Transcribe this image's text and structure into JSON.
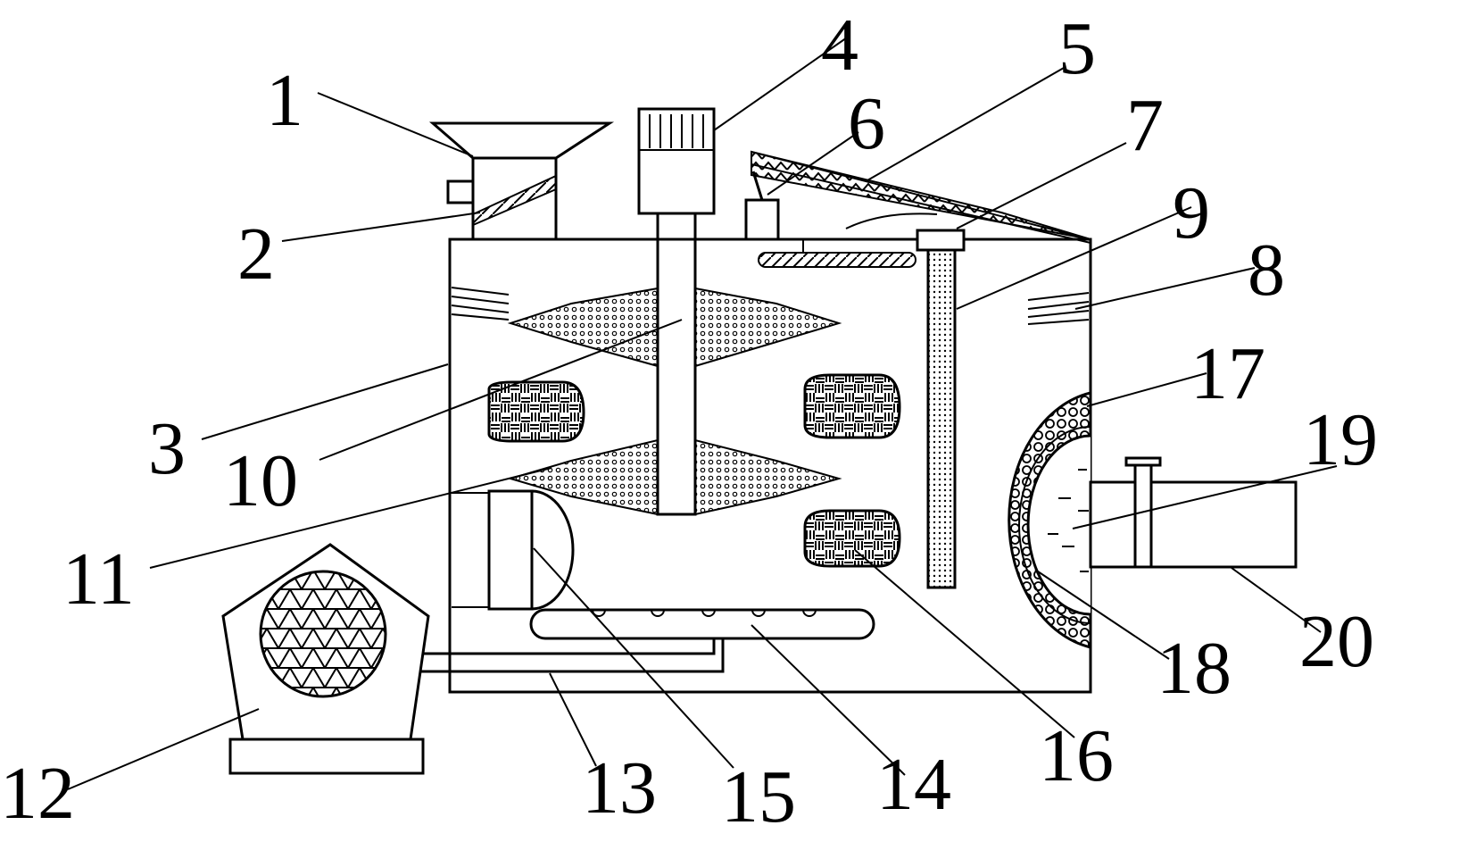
{
  "labels": {
    "l1": "1",
    "l2": "2",
    "l3": "3",
    "l4": "4",
    "l5": "5",
    "l6": "6",
    "l7": "7",
    "l8": "8",
    "l9": "9",
    "l10": "10",
    "l11": "11",
    "l12": "12",
    "l13": "13",
    "l14": "14",
    "l15": "15",
    "l16": "16",
    "l17": "17",
    "l18": "18",
    "l19": "19",
    "l20": "20"
  },
  "colors": {
    "line": "#000000",
    "background": "#ffffff"
  }
}
